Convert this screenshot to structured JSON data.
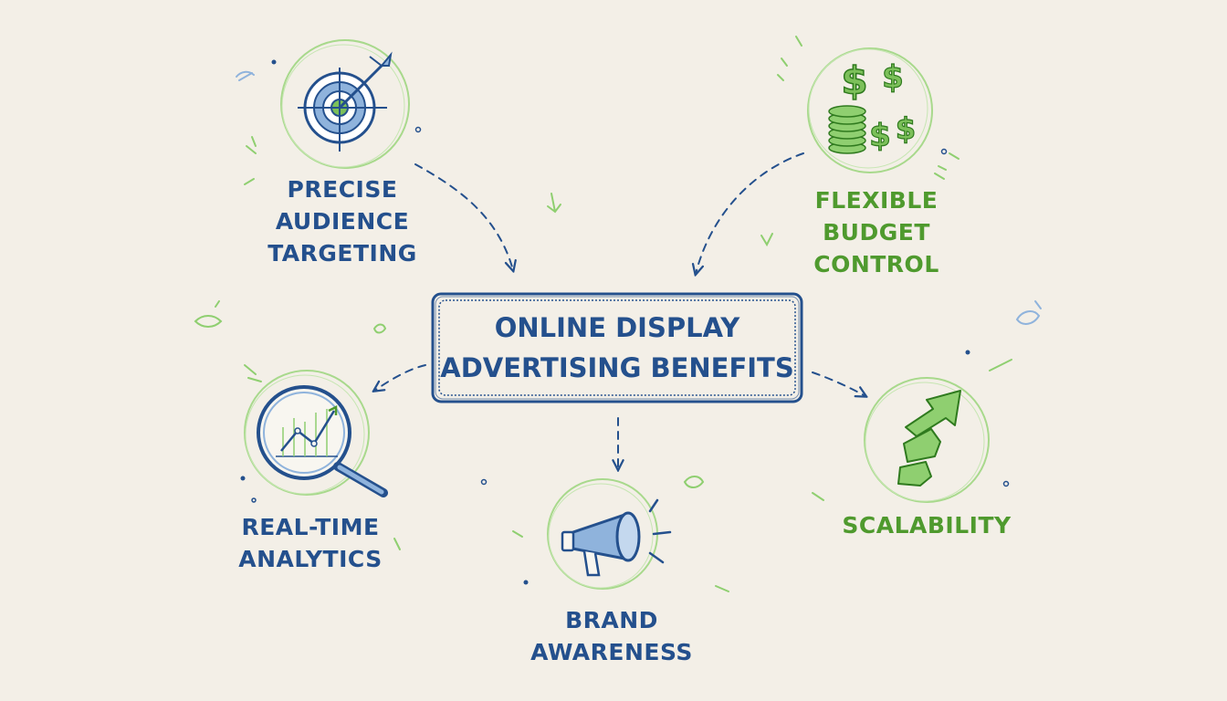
{
  "title": {
    "line1": "ONLINE DISPLAY",
    "line2": "ADVERTISING BENEFITS"
  },
  "benefits": [
    {
      "id": "targeting",
      "lines": [
        "PRECISE",
        "AUDIENCE",
        "TARGETING"
      ],
      "icon": "target-with-arrow-icon",
      "color": "#24508d"
    },
    {
      "id": "budget",
      "lines": [
        "FLEXIBLE",
        "BUDGET",
        "CONTROL"
      ],
      "icon": "dollar-coins-icon",
      "color": "#4f9a2e"
    },
    {
      "id": "analytics",
      "lines": [
        "REAL-TIME",
        "ANALYTICS"
      ],
      "icon": "magnifier-chart-icon",
      "color": "#24508d"
    },
    {
      "id": "brand",
      "lines": [
        "BRAND",
        "AWARENESS"
      ],
      "icon": "megaphone-icon",
      "color": "#24508d"
    },
    {
      "id": "scalability",
      "lines": [
        "SCALABILITY"
      ],
      "icon": "growth-arrow-icon",
      "color": "#4f9a2e"
    }
  ],
  "colors": {
    "background": "#f3efe7",
    "blue": "#24508d",
    "green": "#4f9a2e",
    "light_green": "#8fcf70",
    "light_blue": "#8fb3dc"
  }
}
